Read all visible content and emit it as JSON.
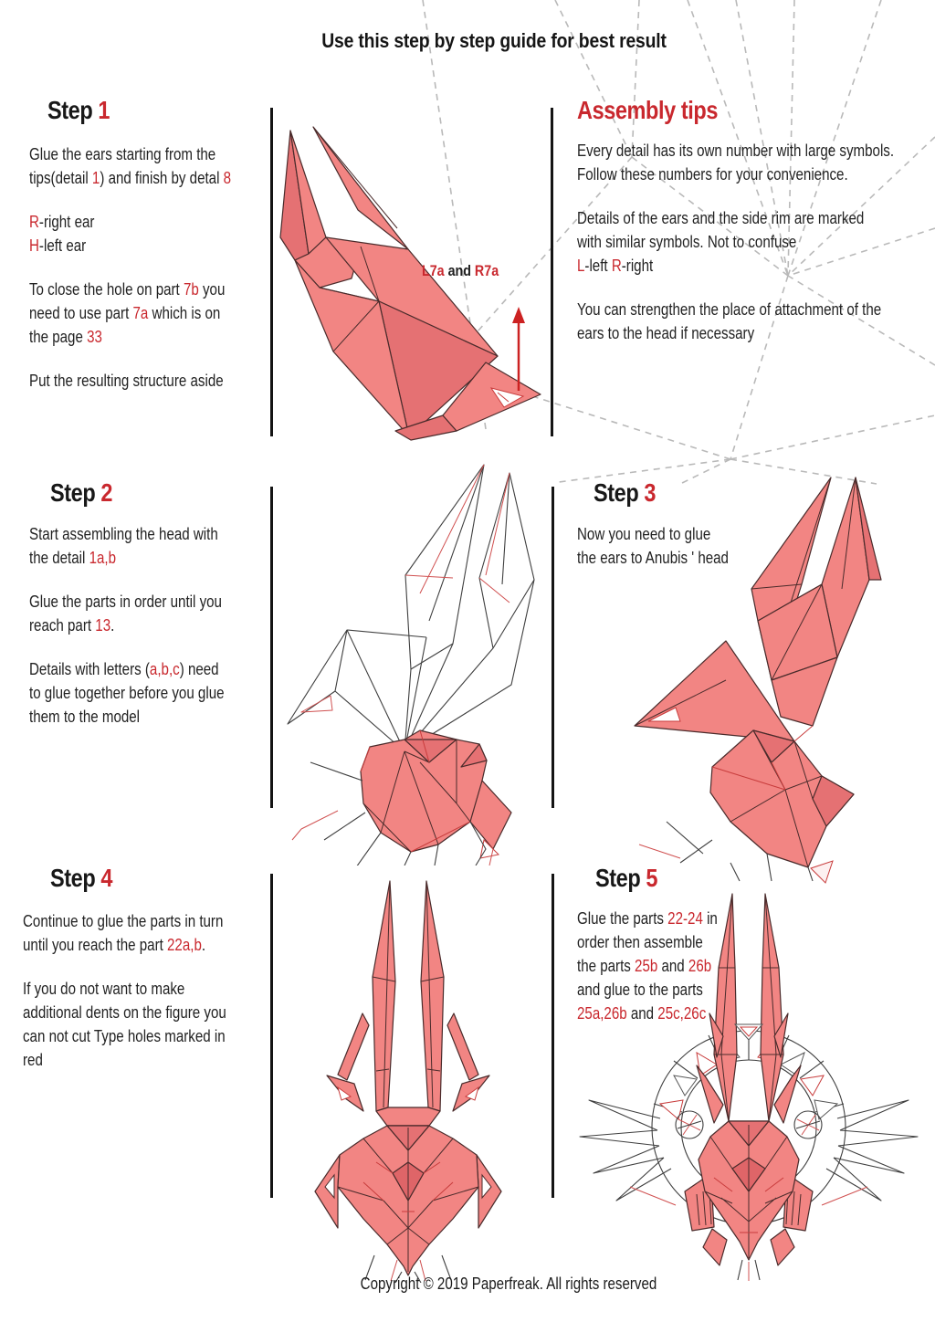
{
  "page": {
    "title": "Use this step by step guide for best result",
    "copyright": "Copyright © 2019 Paperfreak. All rights reserved",
    "accent_color": "#c9282e",
    "paper_color": "#f28583"
  },
  "step1": {
    "heading": [
      {
        "t": "Step "
      },
      {
        "t": "1",
        "c": 1
      }
    ],
    "paragraphs": [
      [
        {
          "t": "Glue the ears starting from the\ntips(detail "
        },
        {
          "t": "1",
          "c": 1
        },
        {
          "t": ") and finish by detal "
        },
        {
          "t": "8",
          "c": 1
        }
      ],
      [
        {
          "t": "R",
          "c": 1
        },
        {
          "t": "-right ear\n"
        },
        {
          "t": "H",
          "c": 1
        },
        {
          "t": "-left ear"
        }
      ],
      [
        {
          "t": "To close the hole on part "
        },
        {
          "t": "7b",
          "c": 1
        },
        {
          "t": " you\nneed to use part "
        },
        {
          "t": "7a",
          "c": 1
        },
        {
          "t": " which is on\nthe page "
        },
        {
          "t": "33",
          "c": 1
        }
      ],
      [
        {
          "t": "Put the resulting structure aside"
        }
      ]
    ],
    "diagram_label": [
      {
        "t": "L7a",
        "c": 1
      },
      {
        "t": " and "
      },
      {
        "t": "R7a",
        "c": 1
      }
    ]
  },
  "assembly_tips": {
    "heading": [
      {
        "t": "Assembly tips",
        "c": 1
      }
    ],
    "paragraphs": [
      [
        {
          "t": "Every detail has its own number with large symbols.\nFollow these numbers for your convenience."
        }
      ],
      [
        {
          "t": "Details of the ears and the side rim are marked\nwith similar symbols. Not to confuse\n"
        },
        {
          "t": "L",
          "c": 1
        },
        {
          "t": "-left "
        },
        {
          "t": "R",
          "c": 1
        },
        {
          "t": "-right"
        }
      ],
      [
        {
          "t": "You can strengthen the place of attachment of the\nears to the head if necessary"
        }
      ]
    ]
  },
  "step2": {
    "heading": [
      {
        "t": "Step "
      },
      {
        "t": "2",
        "c": 1
      }
    ],
    "paragraphs": [
      [
        {
          "t": "Start assembling the head with\nthe detail "
        },
        {
          "t": "1a,b",
          "c": 1
        }
      ],
      [
        {
          "t": "Glue the parts in order until you\nreach part "
        },
        {
          "t": "13",
          "c": 1
        },
        {
          "t": "."
        }
      ],
      [
        {
          "t": "Details with letters ("
        },
        {
          "t": "a,b,c",
          "c": 1
        },
        {
          "t": ") need\nto glue together before you glue\nthem to the model"
        }
      ]
    ]
  },
  "step3": {
    "heading": [
      {
        "t": "Step "
      },
      {
        "t": "3",
        "c": 1
      }
    ],
    "paragraphs": [
      [
        {
          "t": "Now you need to glue\nthe ears to Anubis ' head"
        }
      ]
    ]
  },
  "step4": {
    "heading": [
      {
        "t": "Step "
      },
      {
        "t": "4",
        "c": 1
      }
    ],
    "paragraphs": [
      [
        {
          "t": "Continue to glue the parts in turn\nuntil you reach the part "
        },
        {
          "t": "22a,b",
          "c": 1
        },
        {
          "t": "."
        }
      ],
      [
        {
          "t": "If you do not want to make\nadditional dents on the figure you\ncan not cut Type holes marked in\nred"
        }
      ]
    ]
  },
  "step5": {
    "heading": [
      {
        "t": "Step "
      },
      {
        "t": "5",
        "c": 1
      }
    ],
    "paragraphs": [
      [
        {
          "t": "Glue the parts "
        },
        {
          "t": "22-24",
          "c": 1
        },
        {
          "t": " in\norder then assemble\nthe parts "
        },
        {
          "t": "25b",
          "c": 1
        },
        {
          "t": " and "
        },
        {
          "t": "26b",
          "c": 1
        },
        {
          "t": "\nand glue to the parts\n"
        },
        {
          "t": "25a,26b",
          "c": 1
        },
        {
          "t": " and "
        },
        {
          "t": "25c,26c",
          "c": 1
        }
      ]
    ]
  }
}
